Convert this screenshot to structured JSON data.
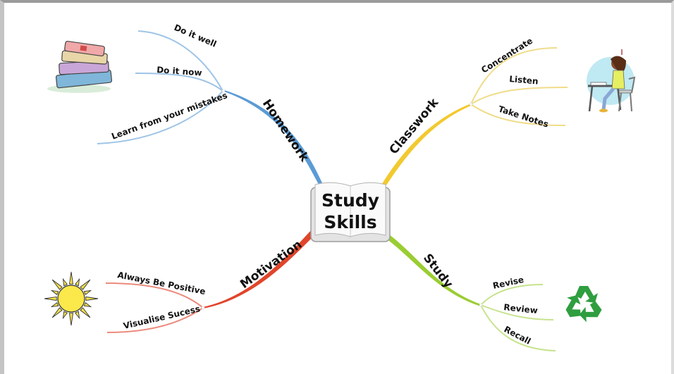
{
  "center": {
    "line1": "Study",
    "line2": "Skills"
  },
  "branches": {
    "homework": {
      "label": "Homework",
      "color": "#5b9bd5",
      "subcolor": "#9ec4e6",
      "items": [
        "Do it well",
        "Do it now",
        "Learn from your mistakes"
      ],
      "icon": "books-icon"
    },
    "classwork": {
      "label": "Classwork",
      "color": "#f2c92f",
      "subcolor": "#f0dc8a",
      "items": [
        "Concentrate",
        "Listen",
        "Take Notes"
      ],
      "icon": "student-at-desk-icon"
    },
    "motivation": {
      "label": "Motivation",
      "color": "#e0452b",
      "subcolor": "#ec8a7c",
      "items": [
        "Always Be Positive",
        "Visualise Sucess"
      ],
      "icon": "sun-icon"
    },
    "study": {
      "label": "Study",
      "color": "#9acd32",
      "subcolor": "#c7e38d",
      "items": [
        "Revise",
        "Review",
        "Recall"
      ],
      "icon": "recycle-icon"
    }
  }
}
